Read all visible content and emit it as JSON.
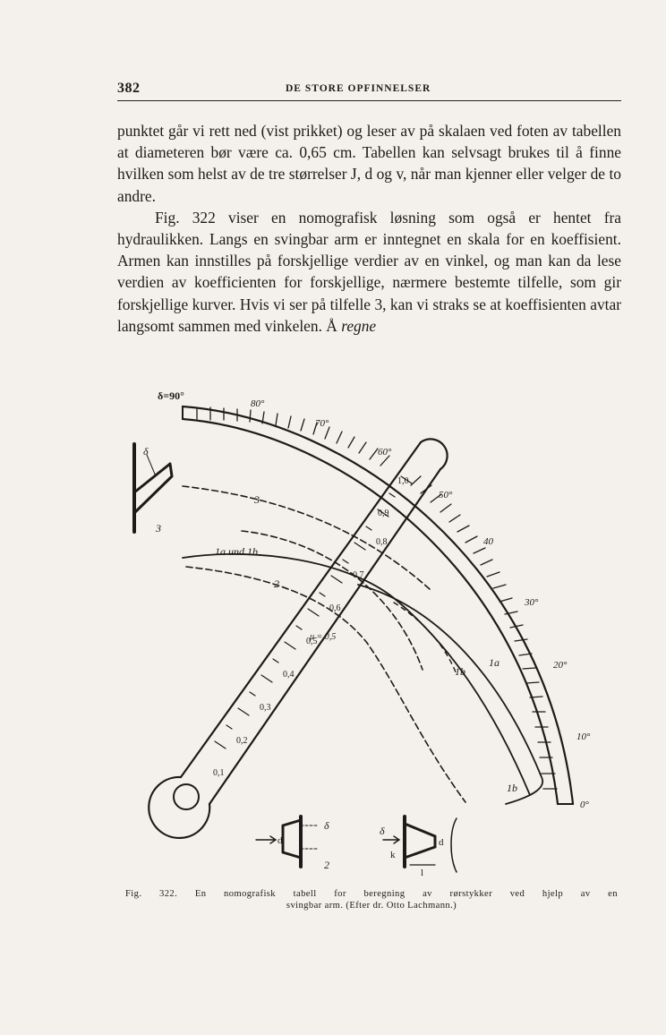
{
  "header": {
    "page_number": "382",
    "running_title": "DE STORE OPFINNELSER"
  },
  "body": {
    "paragraph1": "punktet går vi rett ned (vist prikket) og leser av på skalaen ved foten av tabellen at diameteren bør være ca. 0,65 cm. Tabellen kan selvsagt brukes til å finne hvilken som helst av de tre størrelser J, d og v, når man kjenner eller velger de to andre.",
    "paragraph2": "Fig. 322 viser en nomografisk løsning som også er hentet fra hydraulikken. Langs en svingbar arm er inntegnet en skala for en koeffisient. Armen kan innstilles på forskjellige verdier av en vinkel, og man kan da lese verdien av koefficienten for forskjellige, nærmere bestemte tilfelle, som gir forskjellige kurver. Hvis vi ser på tilfelle 3, kan vi straks se at koeffisienten avtar langsomt sammen med vinkelen. Å",
    "paragraph2_end": "regne"
  },
  "figure": {
    "angle_top_label": "δ=90°",
    "angle_labels": [
      "80°",
      "70°",
      "60°",
      "50°",
      "40",
      "30°",
      "20°",
      "10°",
      "0°"
    ],
    "arm_labels": [
      "0,1",
      "0,2",
      "0,3",
      "0,4",
      "0,5",
      "0,6",
      "0,7",
      "0,8",
      "0,9",
      "1,0"
    ],
    "mu_label": "μ = 0,5",
    "curve_labels": {
      "c3": "3",
      "c1ab": "1a und 1b",
      "c2": "2",
      "c1a": "1a",
      "c1b_upper": "1b",
      "c1b_lower": "1b"
    },
    "inset_left": {
      "delta": "δ",
      "number": "3"
    },
    "inset_bottom_a": {
      "d": "d",
      "delta": "δ",
      "number": "2"
    },
    "inset_bottom_b": {
      "delta": "δ",
      "k": "k",
      "d": "d",
      "l": "l"
    }
  },
  "caption": {
    "line1": "Fig. 322. En nomografisk tabell for beregning av rørstykker ved hjelp av en",
    "line2": "svingbar arm. (Efter dr. Otto Lachmann.)"
  }
}
